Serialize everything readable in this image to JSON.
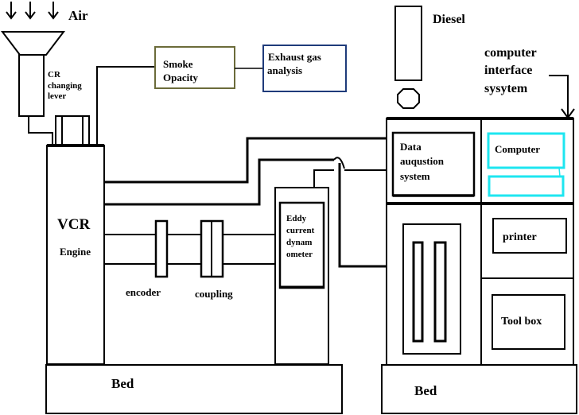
{
  "diagram": {
    "labels": {
      "air": "Air",
      "cr_lever": [
        "CR",
        "changing",
        "lever"
      ],
      "smoke_opacity": [
        "Smoke",
        "Opacity"
      ],
      "exhaust_gas": [
        "Exhaust gas",
        "analysis"
      ],
      "diesel": "Diesel",
      "computer_interface": [
        "computer",
        "interface",
        "sysytem"
      ],
      "data_acquisition": [
        "Data",
        "auqustion",
        "system"
      ],
      "computer": "Computer",
      "vcr": "VCR",
      "engine": "Engine",
      "encoder": "encoder",
      "coupling": "coupling",
      "eddy": [
        "Eddy",
        "current",
        "dynam",
        "ometer"
      ],
      "printer": "printer",
      "toolbox": "Tool box",
      "bed_left": "Bed",
      "bed_right": "Bed"
    },
    "colors": {
      "smoke_box_border": "#6b6b3a",
      "exhaust_box_border": "#1f3b7a",
      "computer_border": "#1ee6f0",
      "line": "#000000"
    }
  }
}
